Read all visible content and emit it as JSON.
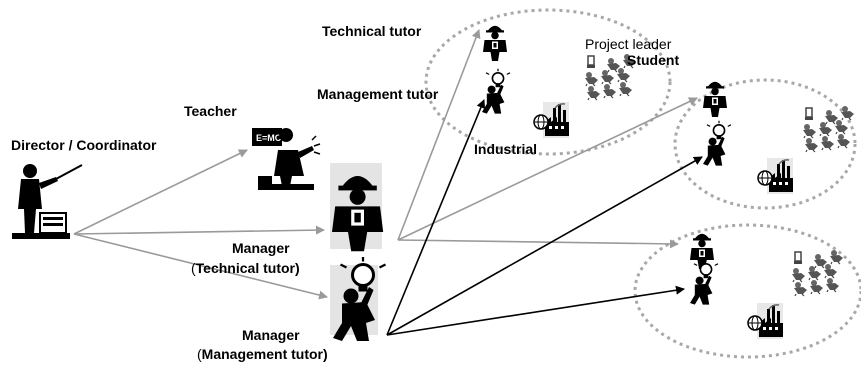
{
  "labels": {
    "director": "Director / Coordinator",
    "teacher": "Teacher",
    "manager_tech": "Manager",
    "manager_tech_role_open": "(",
    "manager_tech_role": "Technical tutor)",
    "manager_mgmt": "Manager",
    "manager_mgmt_role_open": "(",
    "manager_mgmt_role": "Management tutor)",
    "technical_tutor": "Technical tutor",
    "management_tutor": "Management tutor",
    "project_leader": "Project leader",
    "student": "Student",
    "industrial": "Industrial"
  },
  "icons": {
    "director": "lecturer-with-pointer-icon",
    "teacher": "teacher-at-blackboard-icon",
    "manager_tech": "technical-worker-icon",
    "manager_mgmt": "lightbulb-thinker-icon",
    "tech_tutor": "technical-worker-icon",
    "mgmt_tutor": "lightbulb-thinker-icon",
    "industrial": "factory-globe-icon",
    "students": "student-group-icon"
  },
  "colors": {
    "gray_arrow": "#9a9a9a",
    "black_arrow": "#000000",
    "ellipse_border": "#a8a8a8"
  }
}
